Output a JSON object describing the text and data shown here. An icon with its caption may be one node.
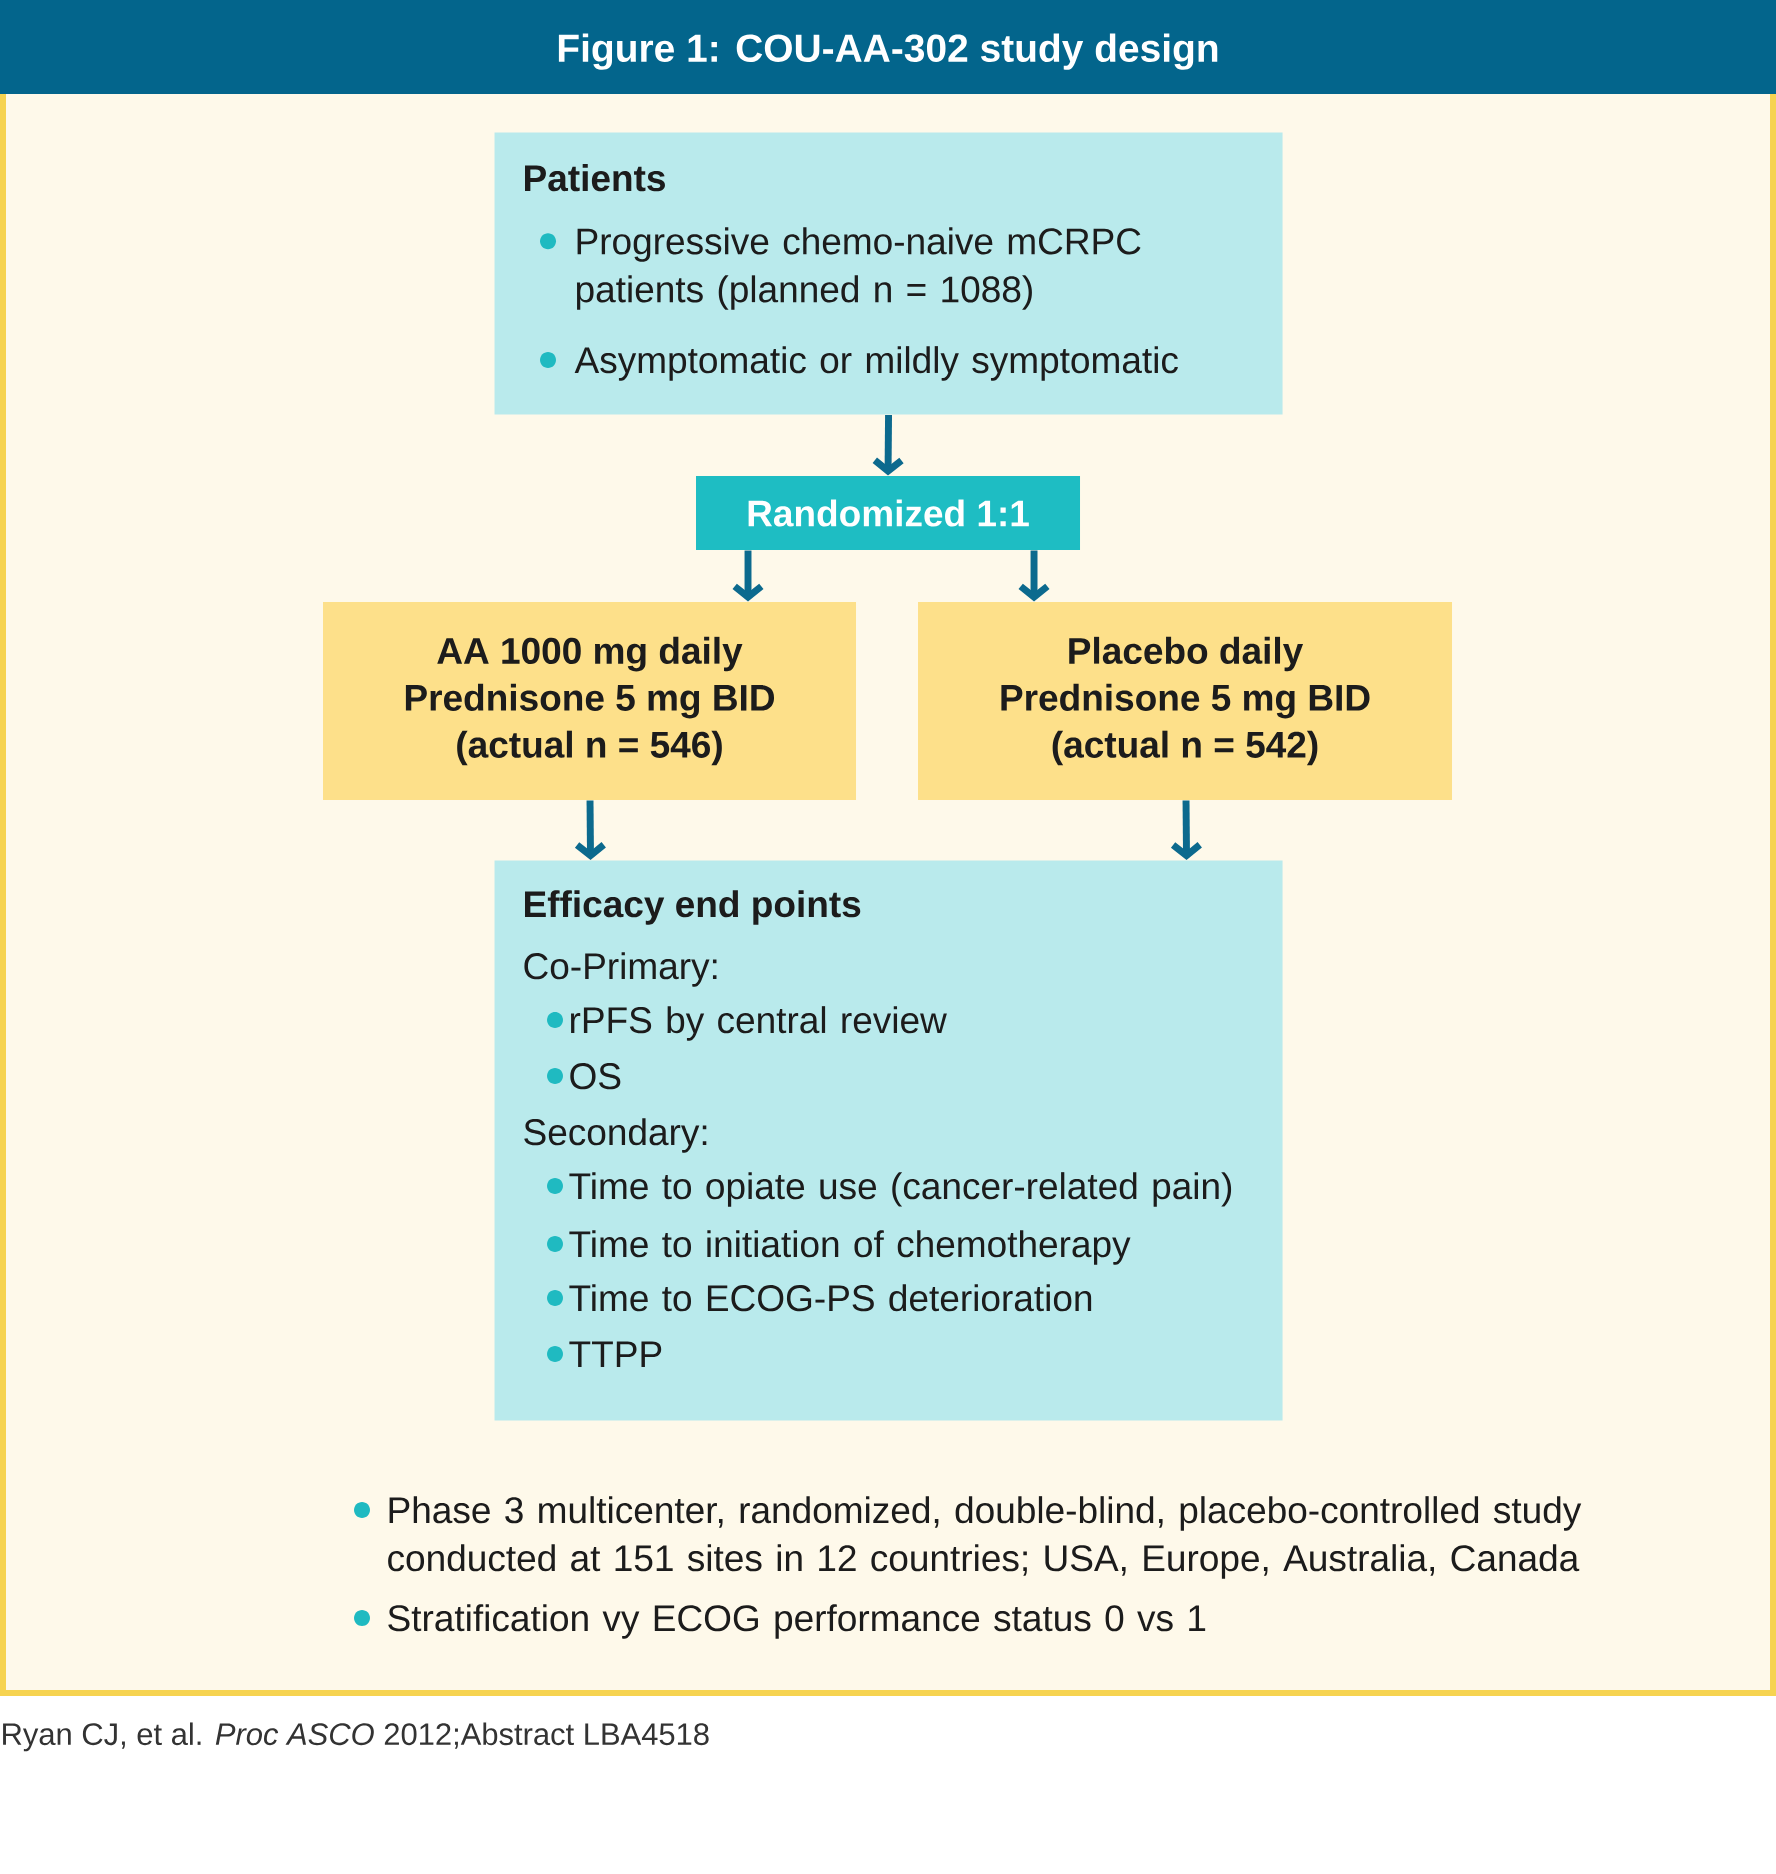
{
  "diagram": {
    "title": "Figure 1: COU-AA-302 study design",
    "nodes": [
      {
        "text": [
          "Patients",
          "Progressive chemo-naive mCRPC patients (planned n = 1088)",
          "Asymptomatic or mildly symptomatic"
        ]
      },
      {
        "text": [
          "Randomized 1:1"
        ]
      },
      {
        "text": [
          "AA 1000 mg daily",
          "Prednisone 5 mg BID",
          "(actual n = 546)"
        ]
      },
      {
        "text": [
          "Placebo daily",
          "Prednisone 5 mg BID",
          "(actual n = 542)"
        ]
      },
      {
        "text": [
          "Efficacy end points",
          "Co-Primary:",
          "rPFS by central review",
          "OS",
          "Secondary:",
          "Time to opiate use (cancer-related pain)",
          "Time to initiation of chemotherapy",
          "Time to ECOG-PS deterioration",
          "TTPP"
        ]
      }
    ],
    "edges": [
      {
        "from": 0,
        "to": 1,
        "arrow": "to"
      },
      {
        "from": 1,
        "to": 2,
        "arrow": "to"
      },
      {
        "from": 1,
        "to": 3,
        "arrow": "to"
      },
      {
        "from": 2,
        "to": 4,
        "arrow": "to"
      },
      {
        "from": 3,
        "to": 4,
        "arrow": "to"
      }
    ],
    "labels": [
      "Phase 3 multicenter, randomized, double-blind, placebo-controlled study conducted at 151 sites in 12 countries; USA, Europe, Australia, Canada",
      "Stratification vy ECOG performance status 0 vs 1",
      "Ryan CJ, et al. *Proc ASCO* 2012;Abstract LBA4518"
    ]
  }
}
